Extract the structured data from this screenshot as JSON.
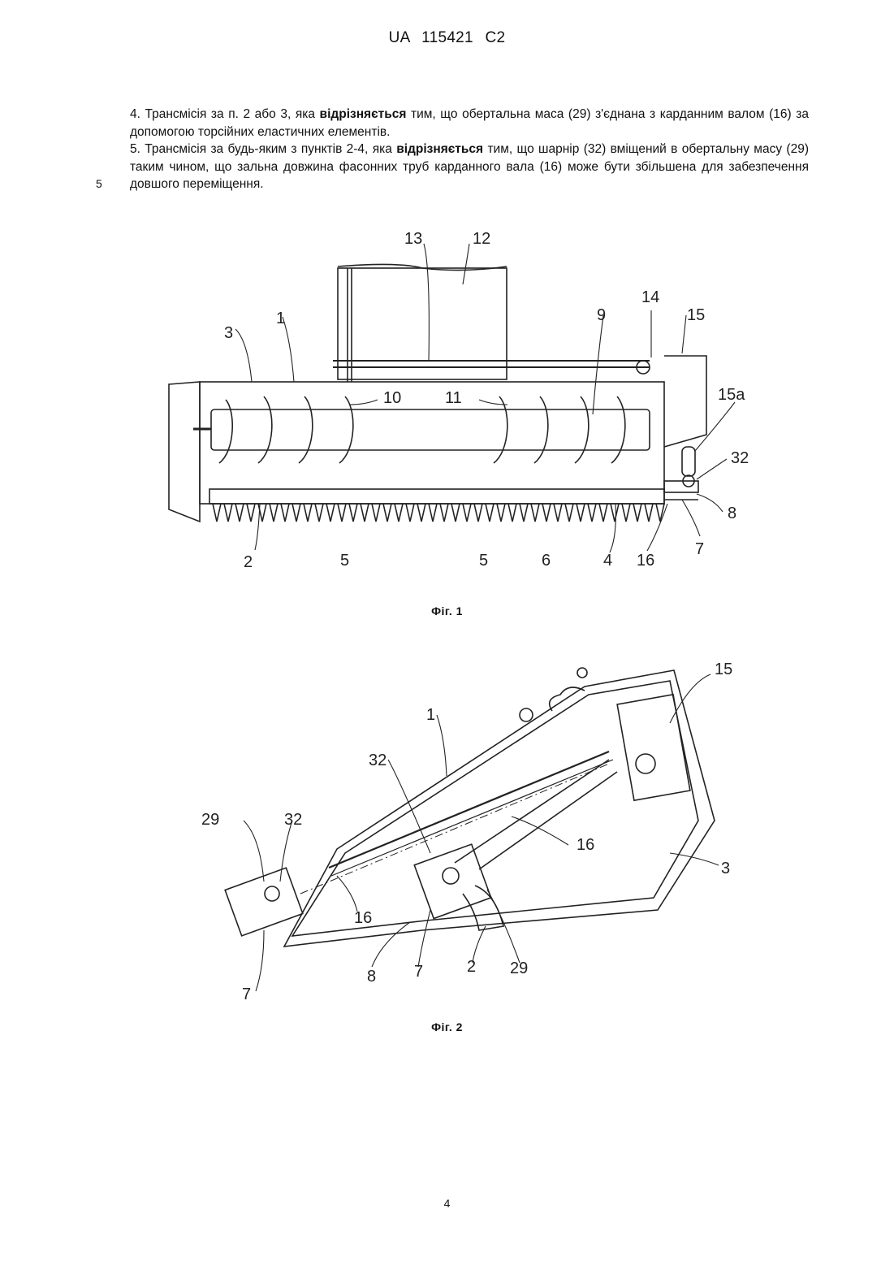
{
  "header": {
    "country": "UA",
    "number": "115421",
    "kind": "C2"
  },
  "claims": {
    "claim4_a": "4. Трансмісія за п. 2 або 3, яка ",
    "claim4_bold": "відрізняється",
    "claim4_b": " тим, що обертальна маса (29) з'єднана з карданним валом (16) за допомогою торсійних еластичних елементів.",
    "claim5_a": "5. Трансмісія за будь-яким з пунктів 2-4, яка ",
    "claim5_bold": "відрізняється",
    "claim5_b": " тим, що шарнір (32) вміщений в обертальну масу (29) таким чином, що зальна довжина фасонних труб карданного вала (16) може бути збільшена для забезпечення довшого переміщення."
  },
  "line_number": "5",
  "figure1": {
    "caption": "Фіг. 1",
    "labels": {
      "l13": "13",
      "l12": "12",
      "l14": "14",
      "l15": "15",
      "l3": "3",
      "l1": "1",
      "l9": "9",
      "l10": "10",
      "l11": "11",
      "l15a": "15a",
      "l32": "32",
      "l8": "8",
      "l7": "7",
      "l16": "16",
      "l4": "4",
      "l6": "6",
      "l5a": "5",
      "l5b": "5",
      "l2": "2"
    }
  },
  "figure2": {
    "caption": "Фіг. 2",
    "labels": {
      "l15": "15",
      "l1": "1",
      "l32a": "32",
      "l29a": "29",
      "l32b": "32",
      "l16a": "16",
      "l3": "3",
      "l16b": "16",
      "l8": "8",
      "l7a": "7",
      "l2": "2",
      "l29b": "29",
      "l7b": "7"
    }
  },
  "page_number": "4"
}
